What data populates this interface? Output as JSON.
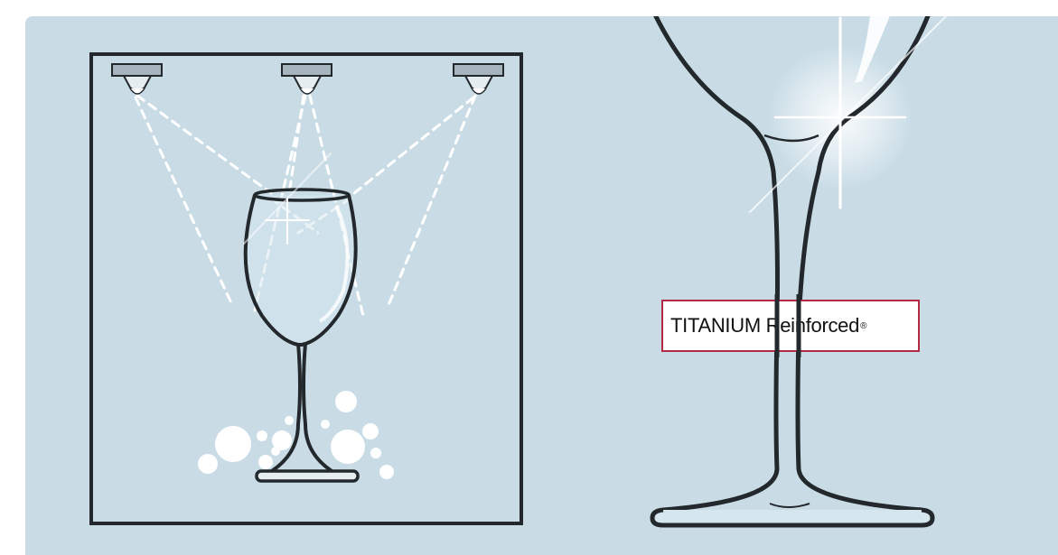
{
  "colors": {
    "background": "#c9dce6",
    "outline": "#22282c",
    "light_beam": "#ffffff",
    "badge_border": "#b22a44",
    "badge_fill": "#ffffff",
    "fixture_body": "#a6b5bd"
  },
  "left_panel": {
    "fixtures": [
      "ceiling-light",
      "ceiling-light",
      "ceiling-light"
    ],
    "glass": "wine-glass",
    "bubbles": "water-droplets"
  },
  "right_panel": {
    "glass": "wine-glass-stem-closeup",
    "badge": {
      "brand": "TITANIUM Reinforced",
      "registered_mark": "®"
    }
  }
}
